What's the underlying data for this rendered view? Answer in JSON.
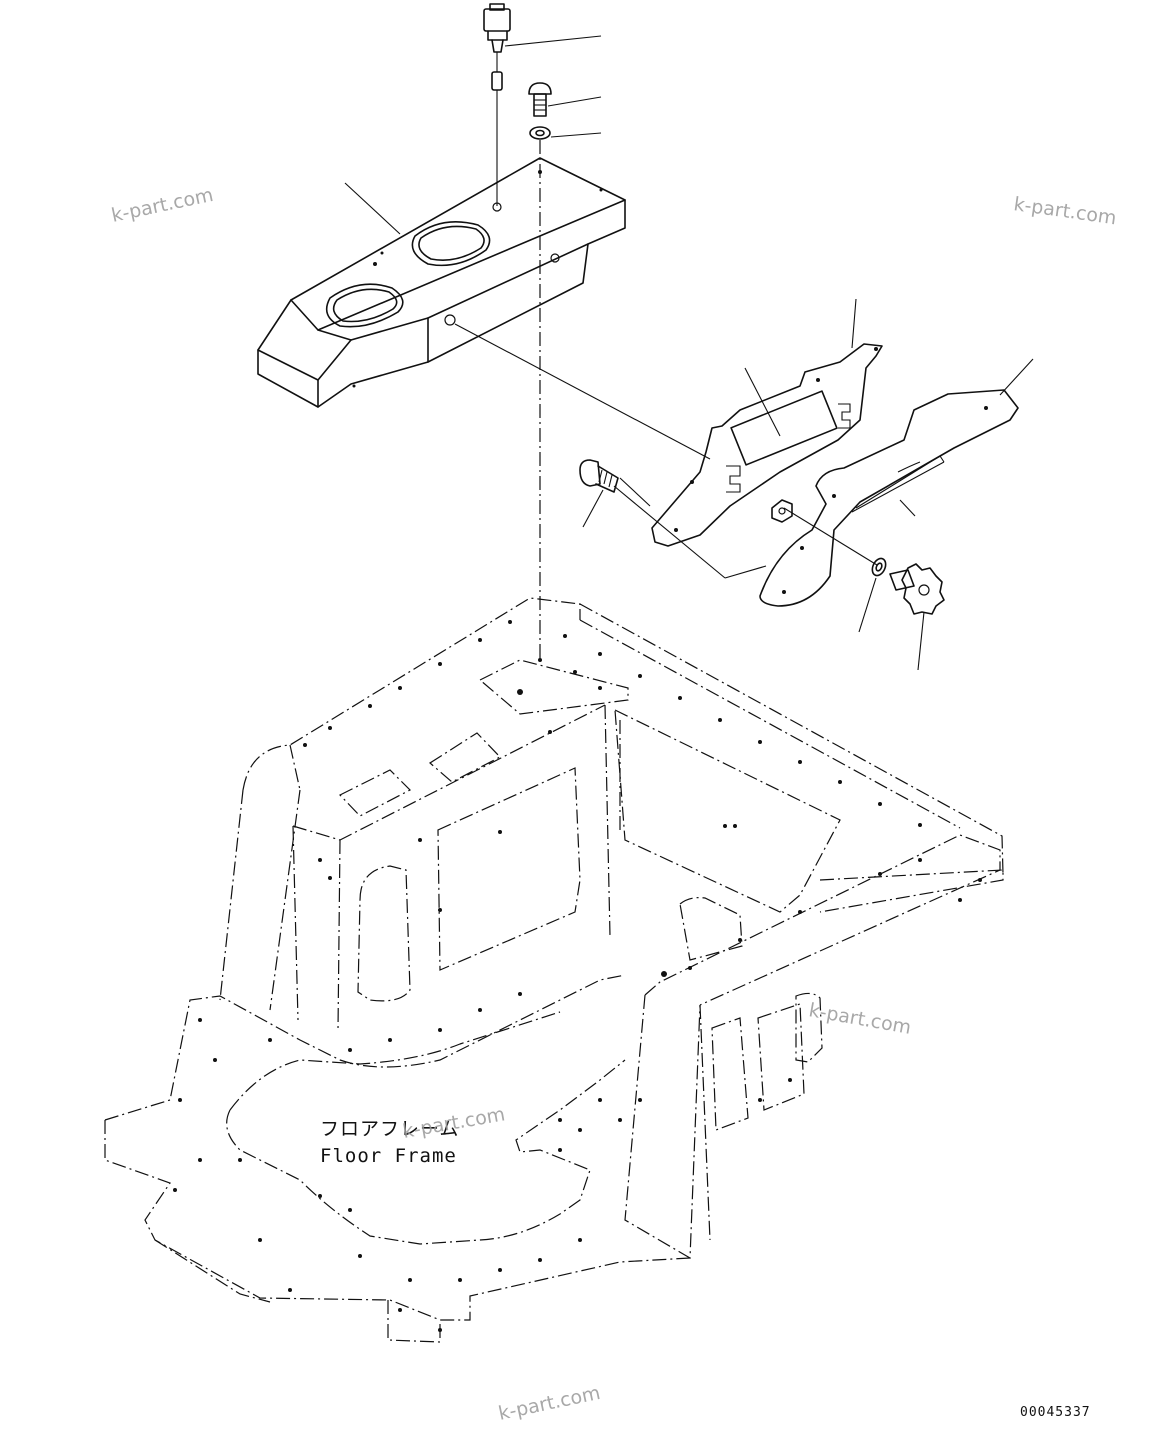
{
  "diagram": {
    "floor_label_jp": "フロアフレーム",
    "floor_label_en": "Floor Frame",
    "drawing_number": "00045337"
  },
  "watermarks": [
    "k-part.com",
    "k-part.com",
    "k-part.com",
    "k-part.com",
    "k-part.com"
  ]
}
